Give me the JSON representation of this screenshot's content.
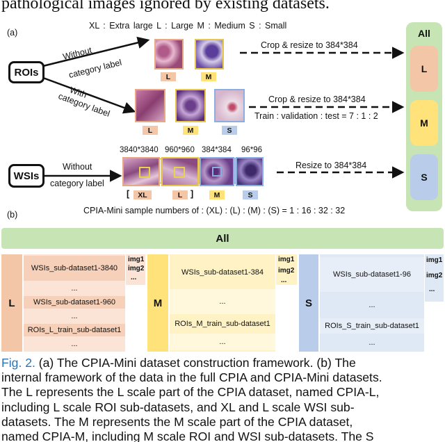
{
  "heading": {
    "top_line": "pathological images ignored by existing datasets."
  },
  "panel_a": {
    "label": "(a)",
    "legend": "XL : Extra large     L : Large     M : Medium     S : Small",
    "rois_label": "ROIs",
    "wsis_label": "WSIs",
    "without_label": "Without",
    "category_label": "category label",
    "with_label": "With",
    "category_label_2": "category label",
    "without_label_2": "Without",
    "category_label_3": "category label",
    "crop_resize_1": "Crop & resize to 384*384",
    "crop_resize_2": "Crop & resize to 384*384",
    "split_ratio": "Train : validation : test = 7 : 1 : 2",
    "resize_wsi": "Resize to 384*384",
    "sizes": [
      "3840*3840",
      "960*960",
      "384*384",
      "96*96"
    ],
    "row1_tags": [
      "L",
      "M"
    ],
    "row2_tags": [
      "L",
      "M",
      "S"
    ],
    "row3_tags": [
      "XL",
      "L",
      "M",
      "S"
    ],
    "bracket_open": "[",
    "bracket_close": "]",
    "sample_numbers": "CPIA-Mini sample numbers of : (XL) : (L) : (M) : (S) = 1 : 16 : 32 : 32",
    "right_column": {
      "all": "All",
      "l": "L",
      "m": "M",
      "s": "S"
    },
    "colors": {
      "l": "#f3c6a8",
      "m": "#ffe37a",
      "s": "#b9cdea",
      "all": "#c7e5b4"
    }
  },
  "panel_b": {
    "label": "(b)",
    "all_label": "All",
    "groups": [
      {
        "scale": "L",
        "rows": [
          "WSIs_sub-dataset1-3840",
          "...",
          "WSIs_sub-dataset1-960",
          "...",
          "ROIs_L_train_sub-dataset1",
          "..."
        ],
        "imgs": [
          "img1",
          "img2",
          "..."
        ]
      },
      {
        "scale": "M",
        "rows": [
          "WSIs_sub-dataset1-384",
          "...",
          "ROIs_M_train_sub-dataset1",
          "..."
        ],
        "imgs": [
          "img1",
          "img2",
          "..."
        ]
      },
      {
        "scale": "S",
        "rows": [
          "WSIs_sub-dataset1-96",
          "...",
          "ROIs_S_train_sub-dataset1",
          "..."
        ],
        "imgs": [
          "img1",
          "img2",
          "..."
        ]
      }
    ]
  },
  "caption": {
    "fig_no": "Fig. 2.",
    "lines": [
      " (a) The CPIA-Mini dataset construction framework. (b) The",
      "internal framework of the data in the full CPIA and CPIA-Mini datasets.",
      "The L represents the L scale part of the CPIA dataset, named CPIA-L,",
      "including L scale ROI sub-datasets, and XL and L scale WSI sub-",
      "datasets. The M represents the M scale part of the CPIA dataset,",
      "named CPIA-M, including M scale ROI and WSI sub-datasets. The S"
    ]
  }
}
